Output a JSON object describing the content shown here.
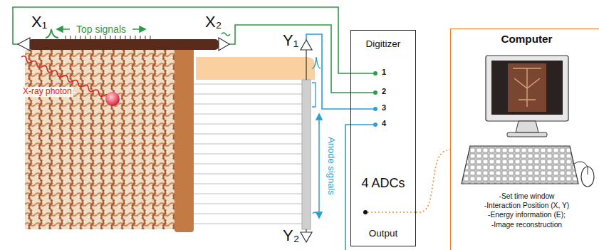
{
  "diagram": {
    "nodes": [
      {
        "text": [
          "Digitizer",
          "4 ADCs",
          "Output"
        ]
      },
      {
        "text": [
          "Computer",
          "-Set time window",
          "-Interaction Position (X, Y)",
          "-Energy information (E);",
          "-Image reconstruction"
        ]
      }
    ],
    "edges": [
      {
        "from": 0,
        "to": 1,
        "arrow": "none"
      }
    ],
    "labels": [
      "X₁",
      "Top signals",
      "X₂",
      "Y₁",
      "X-ray photon",
      "Anode signals",
      "Y₂",
      "1",
      "2",
      "3",
      "4"
    ]
  }
}
